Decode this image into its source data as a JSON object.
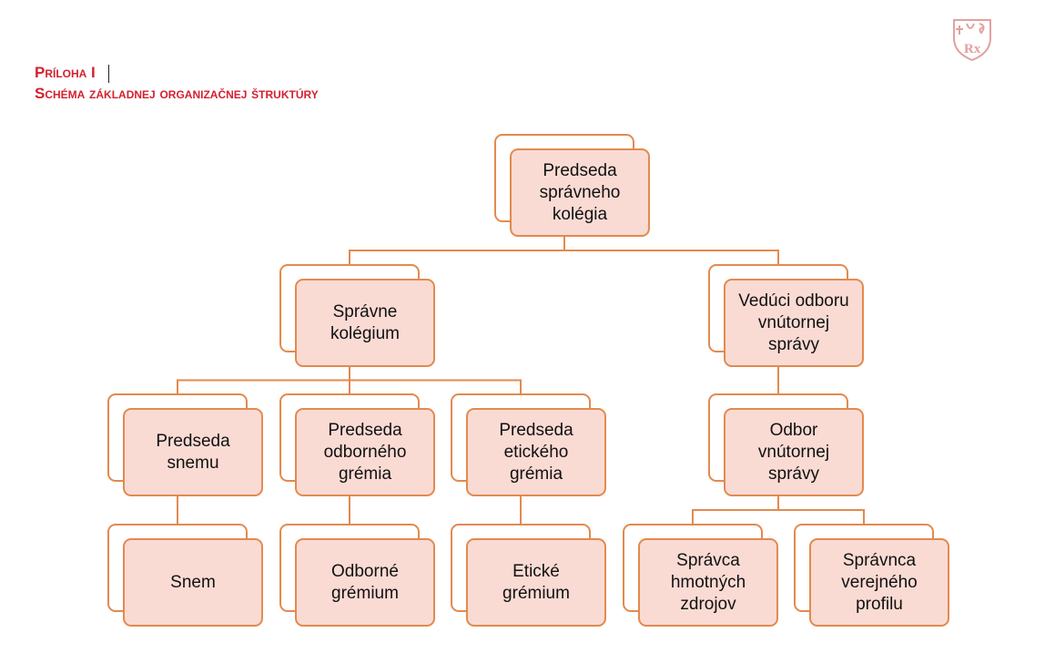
{
  "header": {
    "title": "Príloha I",
    "subtitle": "Schéma základnej organizačnej štruktúry"
  },
  "colors": {
    "accent_red": "#d4202f",
    "box_fill": "#fadbd4",
    "box_border": "#e28a4f"
  },
  "logo": {
    "icon": "rx-shield-logo-icon"
  },
  "diagram": {
    "nodes": [
      {
        "id": "chair",
        "label": "Predseda\nsprávneho\nkolégia"
      },
      {
        "id": "board",
        "label": "Správne\nkolégium"
      },
      {
        "id": "head_internal",
        "label": "Vedúci odboru\nvnútornej\nsprávy"
      },
      {
        "id": "chair_assembly",
        "label": "Predseda\nsnemu"
      },
      {
        "id": "chair_expert",
        "label": "Predseda\nodborného\ngrémia"
      },
      {
        "id": "chair_ethics",
        "label": "Predseda\netického\ngrémia"
      },
      {
        "id": "dept_internal",
        "label": "Odbor\nvnútornej\nsprávy"
      },
      {
        "id": "assembly",
        "label": "Snem"
      },
      {
        "id": "expert_board",
        "label": "Odborné\ngrémium"
      },
      {
        "id": "ethics_board",
        "label": "Etické\ngrémium"
      },
      {
        "id": "material_admin",
        "label": "Správca\nhmotných\nzdrojov"
      },
      {
        "id": "public_profile_admin",
        "label": "Správnca\nverejného\nprofilu"
      }
    ],
    "edges": [
      [
        "chair",
        "board"
      ],
      [
        "chair",
        "head_internal"
      ],
      [
        "board",
        "chair_assembly"
      ],
      [
        "board",
        "chair_expert"
      ],
      [
        "board",
        "chair_ethics"
      ],
      [
        "head_internal",
        "dept_internal"
      ],
      [
        "chair_assembly",
        "assembly"
      ],
      [
        "chair_expert",
        "expert_board"
      ],
      [
        "chair_ethics",
        "ethics_board"
      ],
      [
        "dept_internal",
        "material_admin"
      ],
      [
        "dept_internal",
        "public_profile_admin"
      ]
    ]
  }
}
